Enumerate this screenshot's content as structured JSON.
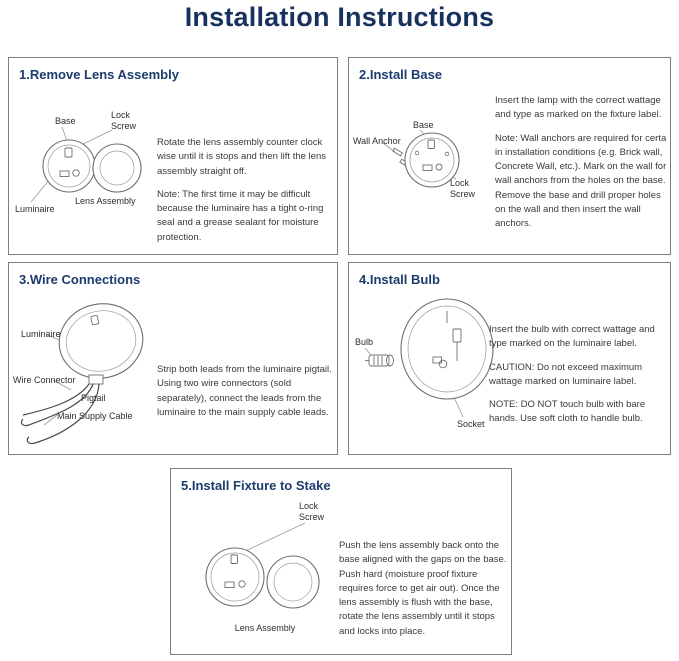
{
  "title": "Installation Instructions",
  "colors": {
    "accent_navy": "#1c3c6e",
    "body_text": "#3a3a3a"
  },
  "step1": {
    "heading": "1.Remove Lens Assembly",
    "labels": {
      "base": "Base",
      "lock_screw": "Lock\nScrew",
      "luminaire": "Luminaire",
      "lens_assembly": "Lens Assembly"
    },
    "para1": "Rotate the lens assembly counter clock wise until it is stops and then lift the lens assembly straight off.",
    "para2": "Note: The first time it may be difficult because the luminaire has a tight o-ring seal and a grease sealant for moisture protection."
  },
  "step2": {
    "heading": "2.Install Base",
    "labels": {
      "base": "Base",
      "wall_anchor": "Wall Anchor",
      "lock_screw": "Lock\nScrew"
    },
    "para1": "Insert the lamp with the correct wattage and type as marked on the fixture label.",
    "para2": "Note: Wall anchors are required for certa in installation conditions (e.g. Brick wall, Concrete Wall, etc.). Mark on the wall for wall anchors from the holes on the base. Remove the base and drill proper holes on the wall and then insert the wall anchors."
  },
  "step3": {
    "heading": "3.Wire Connections",
    "labels": {
      "luminaire": "Luminaire",
      "wire_connector": "Wire Connector",
      "pigtail": "Pigtail",
      "main_supply_cable": "Main Supply Cable"
    },
    "para1": "Strip both leads from the luminaire pigtail. Using two wire connectors (sold separately), connect the leads from the luminaire to the main supply cable leads."
  },
  "step4": {
    "heading": "4.Install Bulb",
    "labels": {
      "bulb": "Bulb",
      "socket": "Socket"
    },
    "para1": "Insert the bulb with correct wattage and type marked on the luminaire label.",
    "para2": "CAUTION: Do not exceed maximum wattage marked on luminaire label.",
    "para3": "NOTE: DO NOT touch bulb with bare hands. Use soft cloth to handle bulb."
  },
  "step5": {
    "heading": "5.Install Fixture to Stake",
    "labels": {
      "lock_screw": "Lock\nScrew",
      "lens_assembly": "Lens Assembly"
    },
    "para1": "Push the lens assembly back onto the base aligned with the gaps on the base. Push hard (moisture proof fixture requires force to get air out). Once the lens assembly is flush with the base, rotate the lens assembly until it stops and locks into place."
  }
}
